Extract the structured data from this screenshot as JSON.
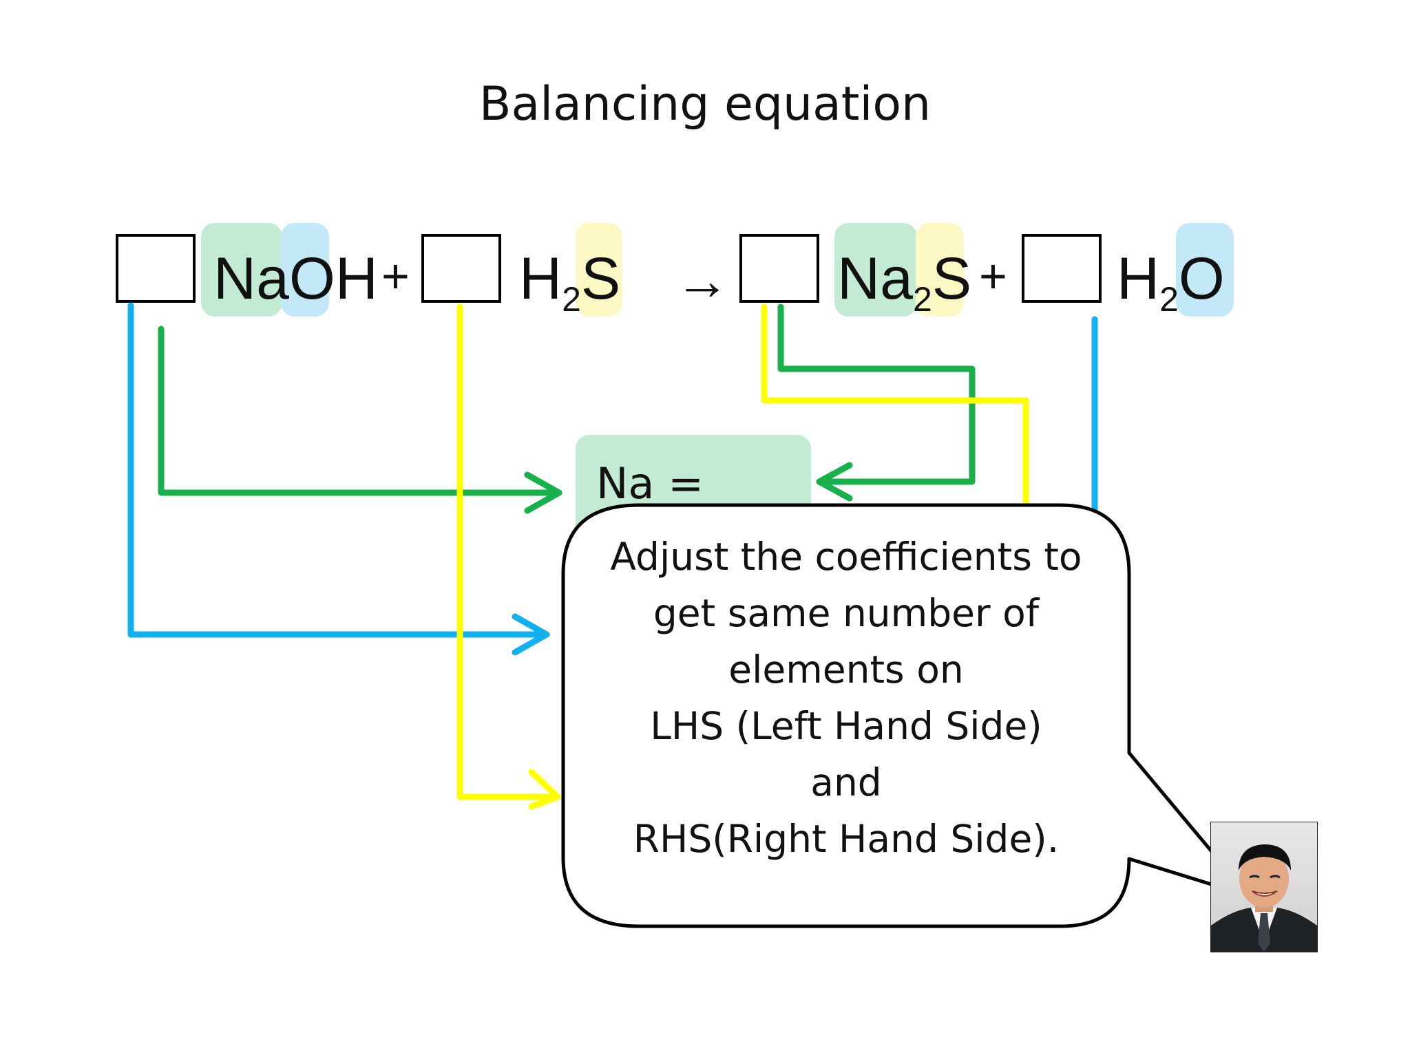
{
  "title": "Balancing equation",
  "equation": {
    "arrow": "→",
    "plus": "+",
    "subscript": "2",
    "naoh": {
      "na": "Na",
      "o": "O",
      "h": "H"
    },
    "h2s": {
      "h": "H",
      "s": "S"
    },
    "na2s": {
      "na": "Na",
      "s": "S"
    },
    "h2o": {
      "h": "H",
      "o": "O"
    }
  },
  "element_count": {
    "label": "Na ="
  },
  "bubble": {
    "lines": [
      "Adjust the coefficients to",
      "get same number of",
      "elements on",
      "LHS (Left Hand Side)",
      "and",
      "RHS(Right Hand Side)."
    ]
  },
  "colors": {
    "sodium": "#c3ebd4",
    "oxygen": "#c3e9f8",
    "sulfur": "#fdf9c4",
    "green_arrow": "#18b04a",
    "blue_arrow": "#12b0ee",
    "yellow_arrow": "#ffff00"
  }
}
